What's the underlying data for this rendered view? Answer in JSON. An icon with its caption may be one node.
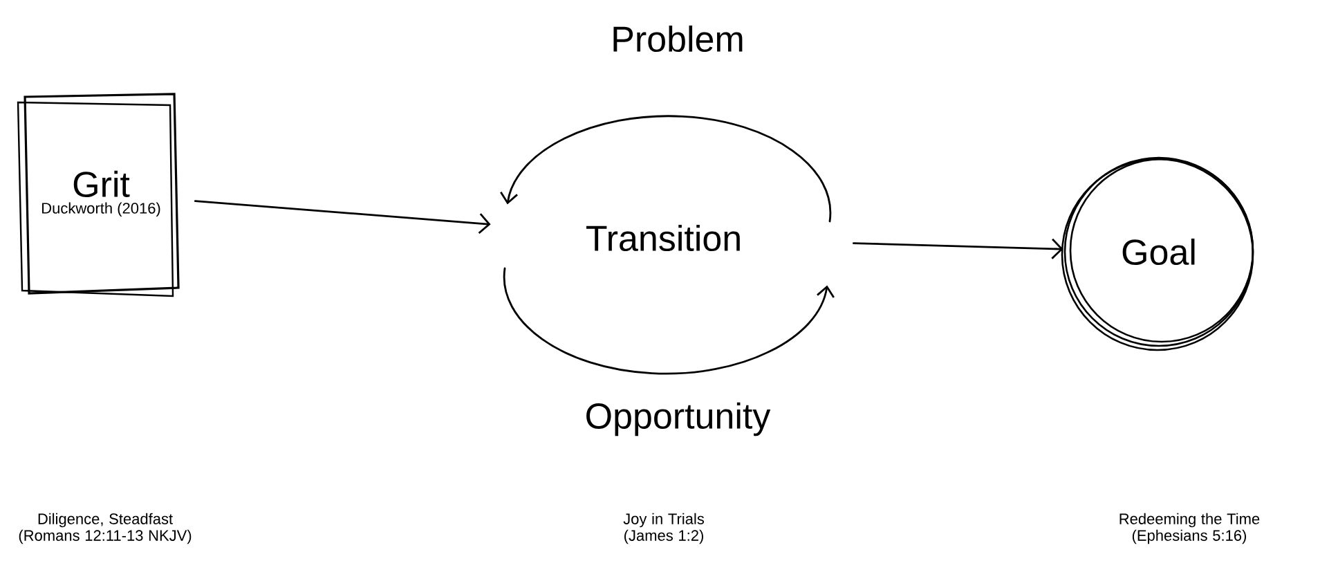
{
  "diagram": {
    "nodes": [
      {
        "text": [
          "Grit",
          "Duckworth (2016)"
        ]
      },
      {
        "text": [
          "Transition"
        ],
        "beside": [
          "Problem",
          "Opportunity"
        ]
      },
      {
        "text": [
          "Goal"
        ]
      }
    ],
    "edges": [
      {
        "from": 0,
        "to": 1,
        "arrow": "to"
      },
      {
        "from": 1,
        "to": 2,
        "arrow": "to"
      }
    ],
    "labels": [
      "Diligence, Steadfast (Romans 12:11-13 NKJV)",
      "Joy in Trials (James 1:2)",
      "Redeeming the Time (Ephesians 5:16)"
    ]
  }
}
